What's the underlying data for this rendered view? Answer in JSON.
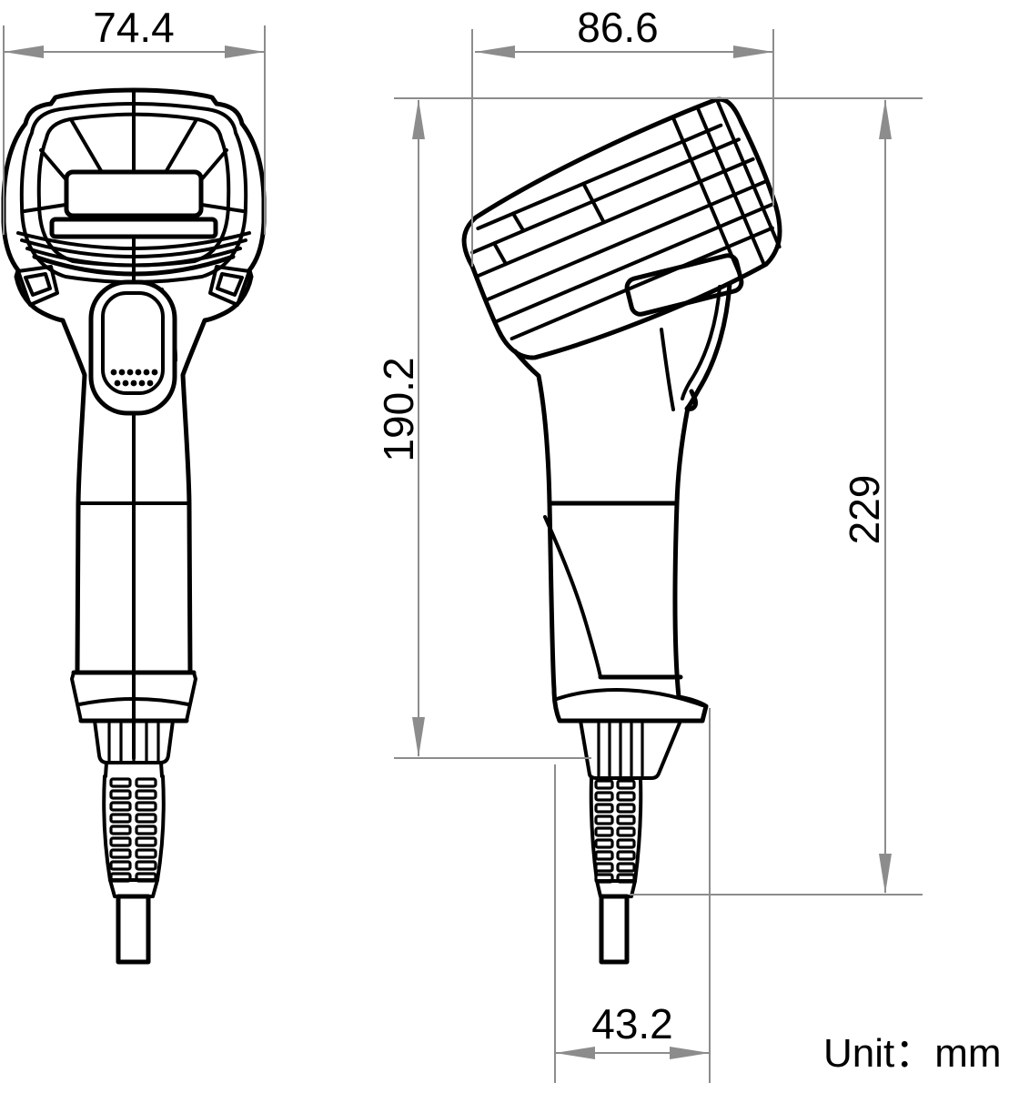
{
  "drawing": {
    "subject": "handheld-barcode-scanner-dimensional-drawing",
    "unit_note": "Unit：mm",
    "dimensions": {
      "front_width": "74.4",
      "side_width": "86.6",
      "body_height": "190.2",
      "total_height": "229",
      "cable_width": "43.2"
    },
    "colors": {
      "outline": "#000000",
      "dimension_lines": "#8c8c8c",
      "background": "#ffffff"
    }
  }
}
